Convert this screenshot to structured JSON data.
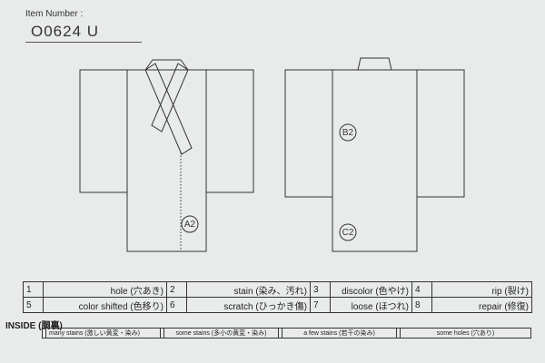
{
  "item": {
    "label": "Item Number :",
    "number": "O0624 U"
  },
  "marks": {
    "front": [
      "A2"
    ],
    "back": [
      "B2",
      "C2"
    ]
  },
  "legend": [
    {
      "no": "1",
      "label": "hole (穴あき)"
    },
    {
      "no": "2",
      "label": "stain (染み、汚れ)"
    },
    {
      "no": "3",
      "label": "discolor (色やけ)"
    },
    {
      "no": "4",
      "label": "rip (裂け)"
    },
    {
      "no": "5",
      "label": "color shifted (色移り)"
    },
    {
      "no": "6",
      "label": "scratch (ひっかき傷)"
    },
    {
      "no": "7",
      "label": "loose (ほつれ)"
    },
    {
      "no": "8",
      "label": "repair (修復)"
    }
  ],
  "inside": {
    "title": "INSIDE (胴裏)",
    "cells": [
      "many stains (激しい黄変・染み)",
      "some stains (多小の黄変・染み)",
      "a few stains (若干の染み)",
      "some holes (穴あり)"
    ]
  }
}
